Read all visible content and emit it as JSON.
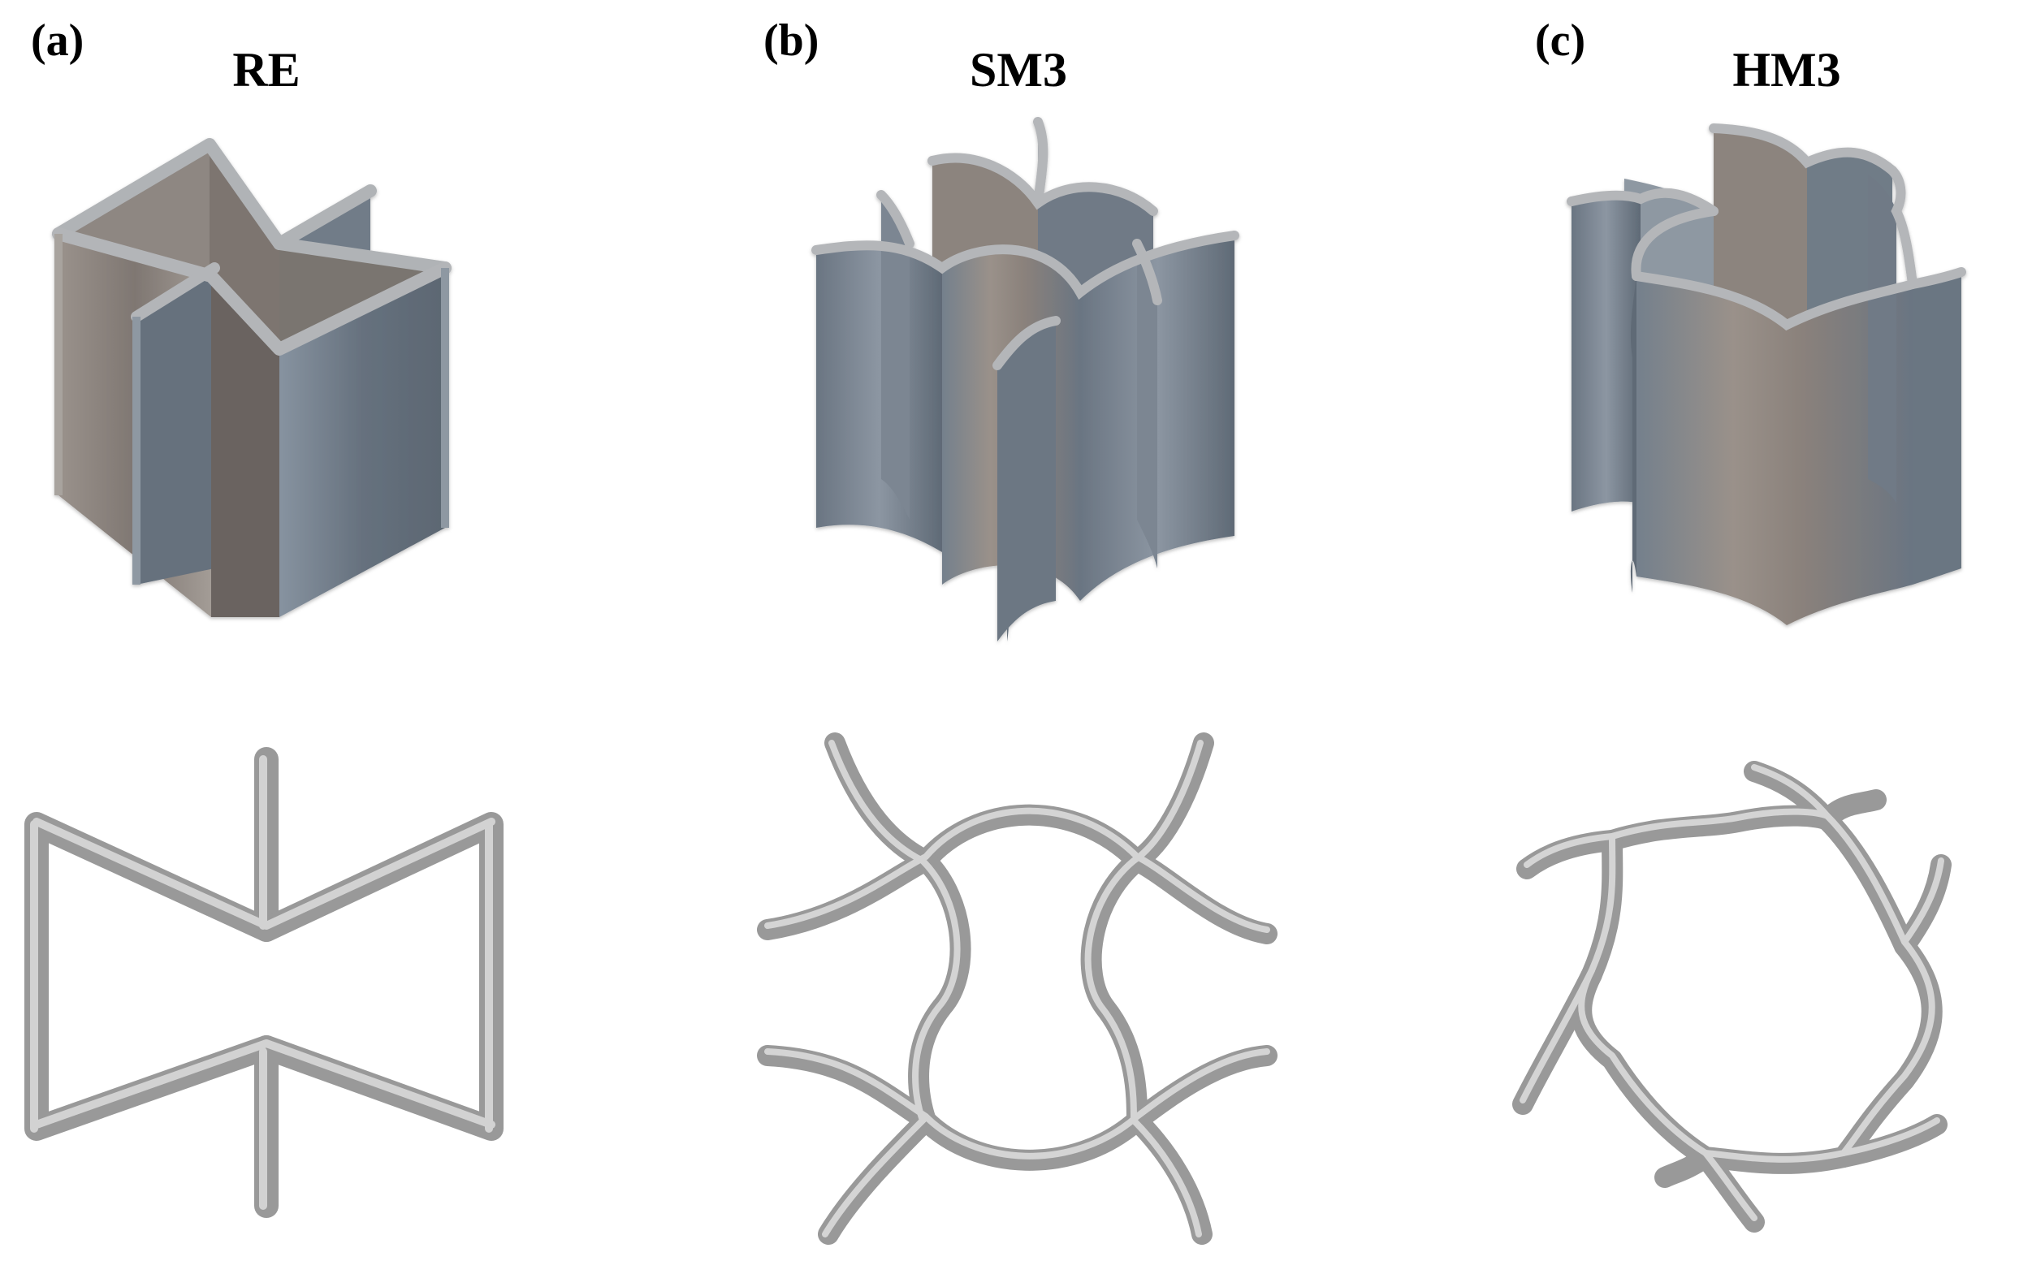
{
  "panels": [
    {
      "id": "a",
      "letter": "(a)",
      "title": "RE"
    },
    {
      "id": "b",
      "letter": "(b)",
      "title": "SM3"
    },
    {
      "id": "c",
      "letter": "(c)",
      "title": "HM3"
    }
  ],
  "colors": {
    "background": "#ffffff",
    "wall_light": "#8c8580",
    "wall_dark": "#6b7682",
    "wall_edge": "#b3b3b3",
    "wall_top": "#a6a9ad",
    "strut": "#a8a8a8",
    "strut_highlight": "#d6d6d6",
    "text": "#000000"
  }
}
